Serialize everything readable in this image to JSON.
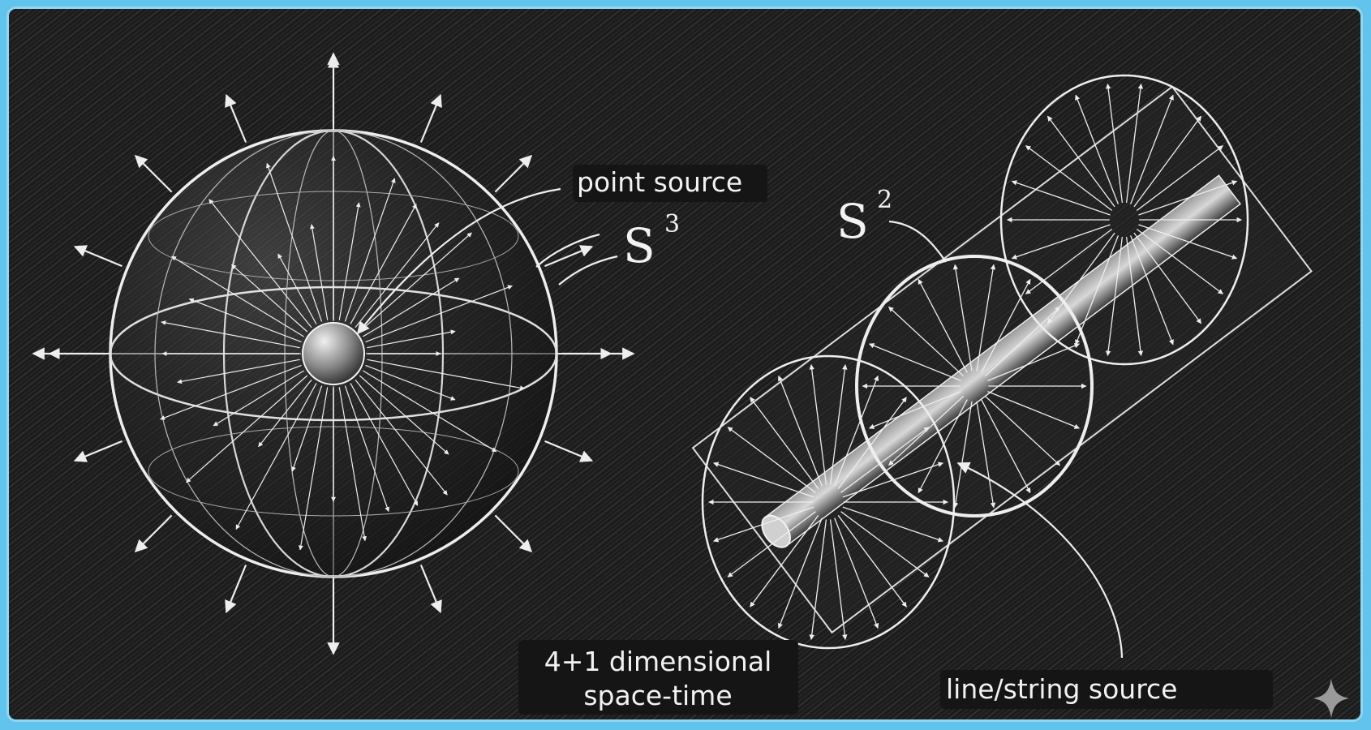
{
  "labels": {
    "point_source": "point source",
    "s3_base": "S",
    "s3_exp": "3",
    "s2_base": "S",
    "s2_exp": "2",
    "spacetime_line1": "4+1 dimensional",
    "spacetime_line2": "space-time",
    "line_source": "line/string source"
  },
  "colors": {
    "frame_border": "#8fd6f2",
    "background": "#1a1a1a",
    "stroke": "#eeeeee"
  },
  "icons": {
    "corner": "sparkle-icon"
  }
}
